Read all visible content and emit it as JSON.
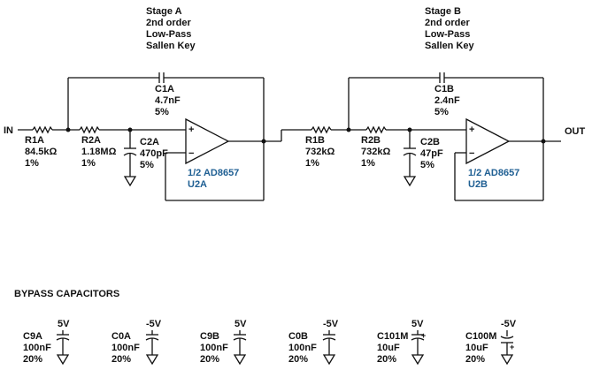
{
  "stage_a": {
    "line1": "Stage A",
    "line2": "2nd order",
    "line3": "Low-Pass",
    "line4": "Sallen Key"
  },
  "stage_b": {
    "line1": "Stage B",
    "line2": "2nd order",
    "line3": "Low-Pass",
    "line4": "Sallen Key"
  },
  "ports": {
    "in": "IN",
    "out": "OUT"
  },
  "r1a": {
    "ref": "R1A",
    "value": "84.5kΩ",
    "tol": "1%"
  },
  "r2a": {
    "ref": "R2A",
    "value": "1.18MΩ",
    "tol": "1%"
  },
  "c1a": {
    "ref": "C1A",
    "value": "4.7nF",
    "tol": "5%"
  },
  "c2a": {
    "ref": "C2A",
    "value": "470pF",
    "tol": "5%"
  },
  "u2a": {
    "part": "1/2 AD8657",
    "ref": "U2A"
  },
  "r1b": {
    "ref": "R1B",
    "value": "732kΩ",
    "tol": "1%"
  },
  "r2b": {
    "ref": "R2B",
    "value": "732kΩ",
    "tol": "1%"
  },
  "c1b": {
    "ref": "C1B",
    "value": "2.4nF",
    "tol": "5%"
  },
  "c2b": {
    "ref": "C2B",
    "value": "47pF",
    "tol": "5%"
  },
  "u2b": {
    "part": "1/2 AD8657",
    "ref": "U2B"
  },
  "opamp": {
    "plus": "+",
    "minus": "−"
  },
  "bypass": {
    "title": "BYPASS CAPACITORS",
    "caps": [
      {
        "ref": "C9A",
        "value": "100nF",
        "tol": "20%",
        "rail": "5V"
      },
      {
        "ref": "C0A",
        "value": "100nF",
        "tol": "20%",
        "rail": "-5V"
      },
      {
        "ref": "C9B",
        "value": "100nF",
        "tol": "20%",
        "rail": "5V"
      },
      {
        "ref": "C0B",
        "value": "100nF",
        "tol": "20%",
        "rail": "-5V"
      },
      {
        "ref": "C101M",
        "value": "10uF",
        "tol": "20%",
        "rail": "5V",
        "polarized": "+"
      },
      {
        "ref": "C100M",
        "value": "10uF",
        "tol": "20%",
        "rail": "-5V",
        "polarized": "+"
      }
    ]
  },
  "colors": {
    "wire": "#111111",
    "part_label": "#1f5f93"
  }
}
